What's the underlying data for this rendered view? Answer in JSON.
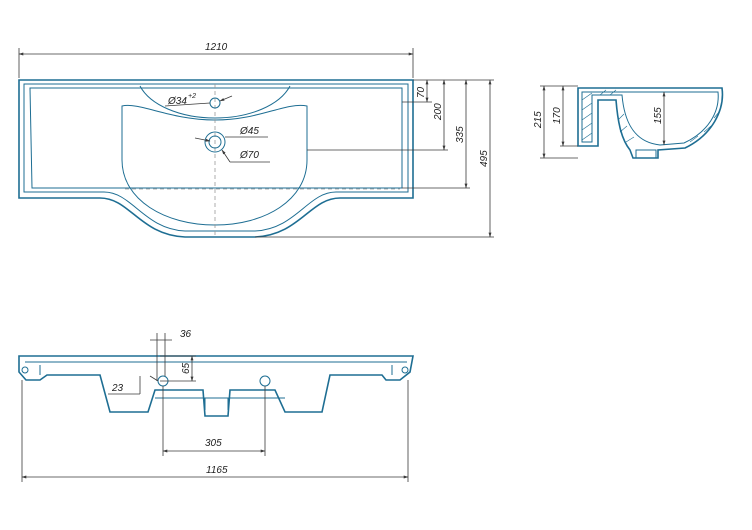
{
  "top_view": {
    "overall_width": "1210",
    "depth_70": "70",
    "depth_200": "200",
    "depth_335": "335",
    "depth_495": "495",
    "tap_hole": "Ø34",
    "tap_hole_tol": "+2",
    "drain_45": "Ø45",
    "drain_70": "Ø70"
  },
  "side_view": {
    "height_215": "215",
    "height_170": "170",
    "bowl_155": "155"
  },
  "bottom_view": {
    "dim_36": "36",
    "dim_65": "65",
    "dim_23": "23",
    "mount_spacing": "305",
    "overall_width": "1165"
  }
}
